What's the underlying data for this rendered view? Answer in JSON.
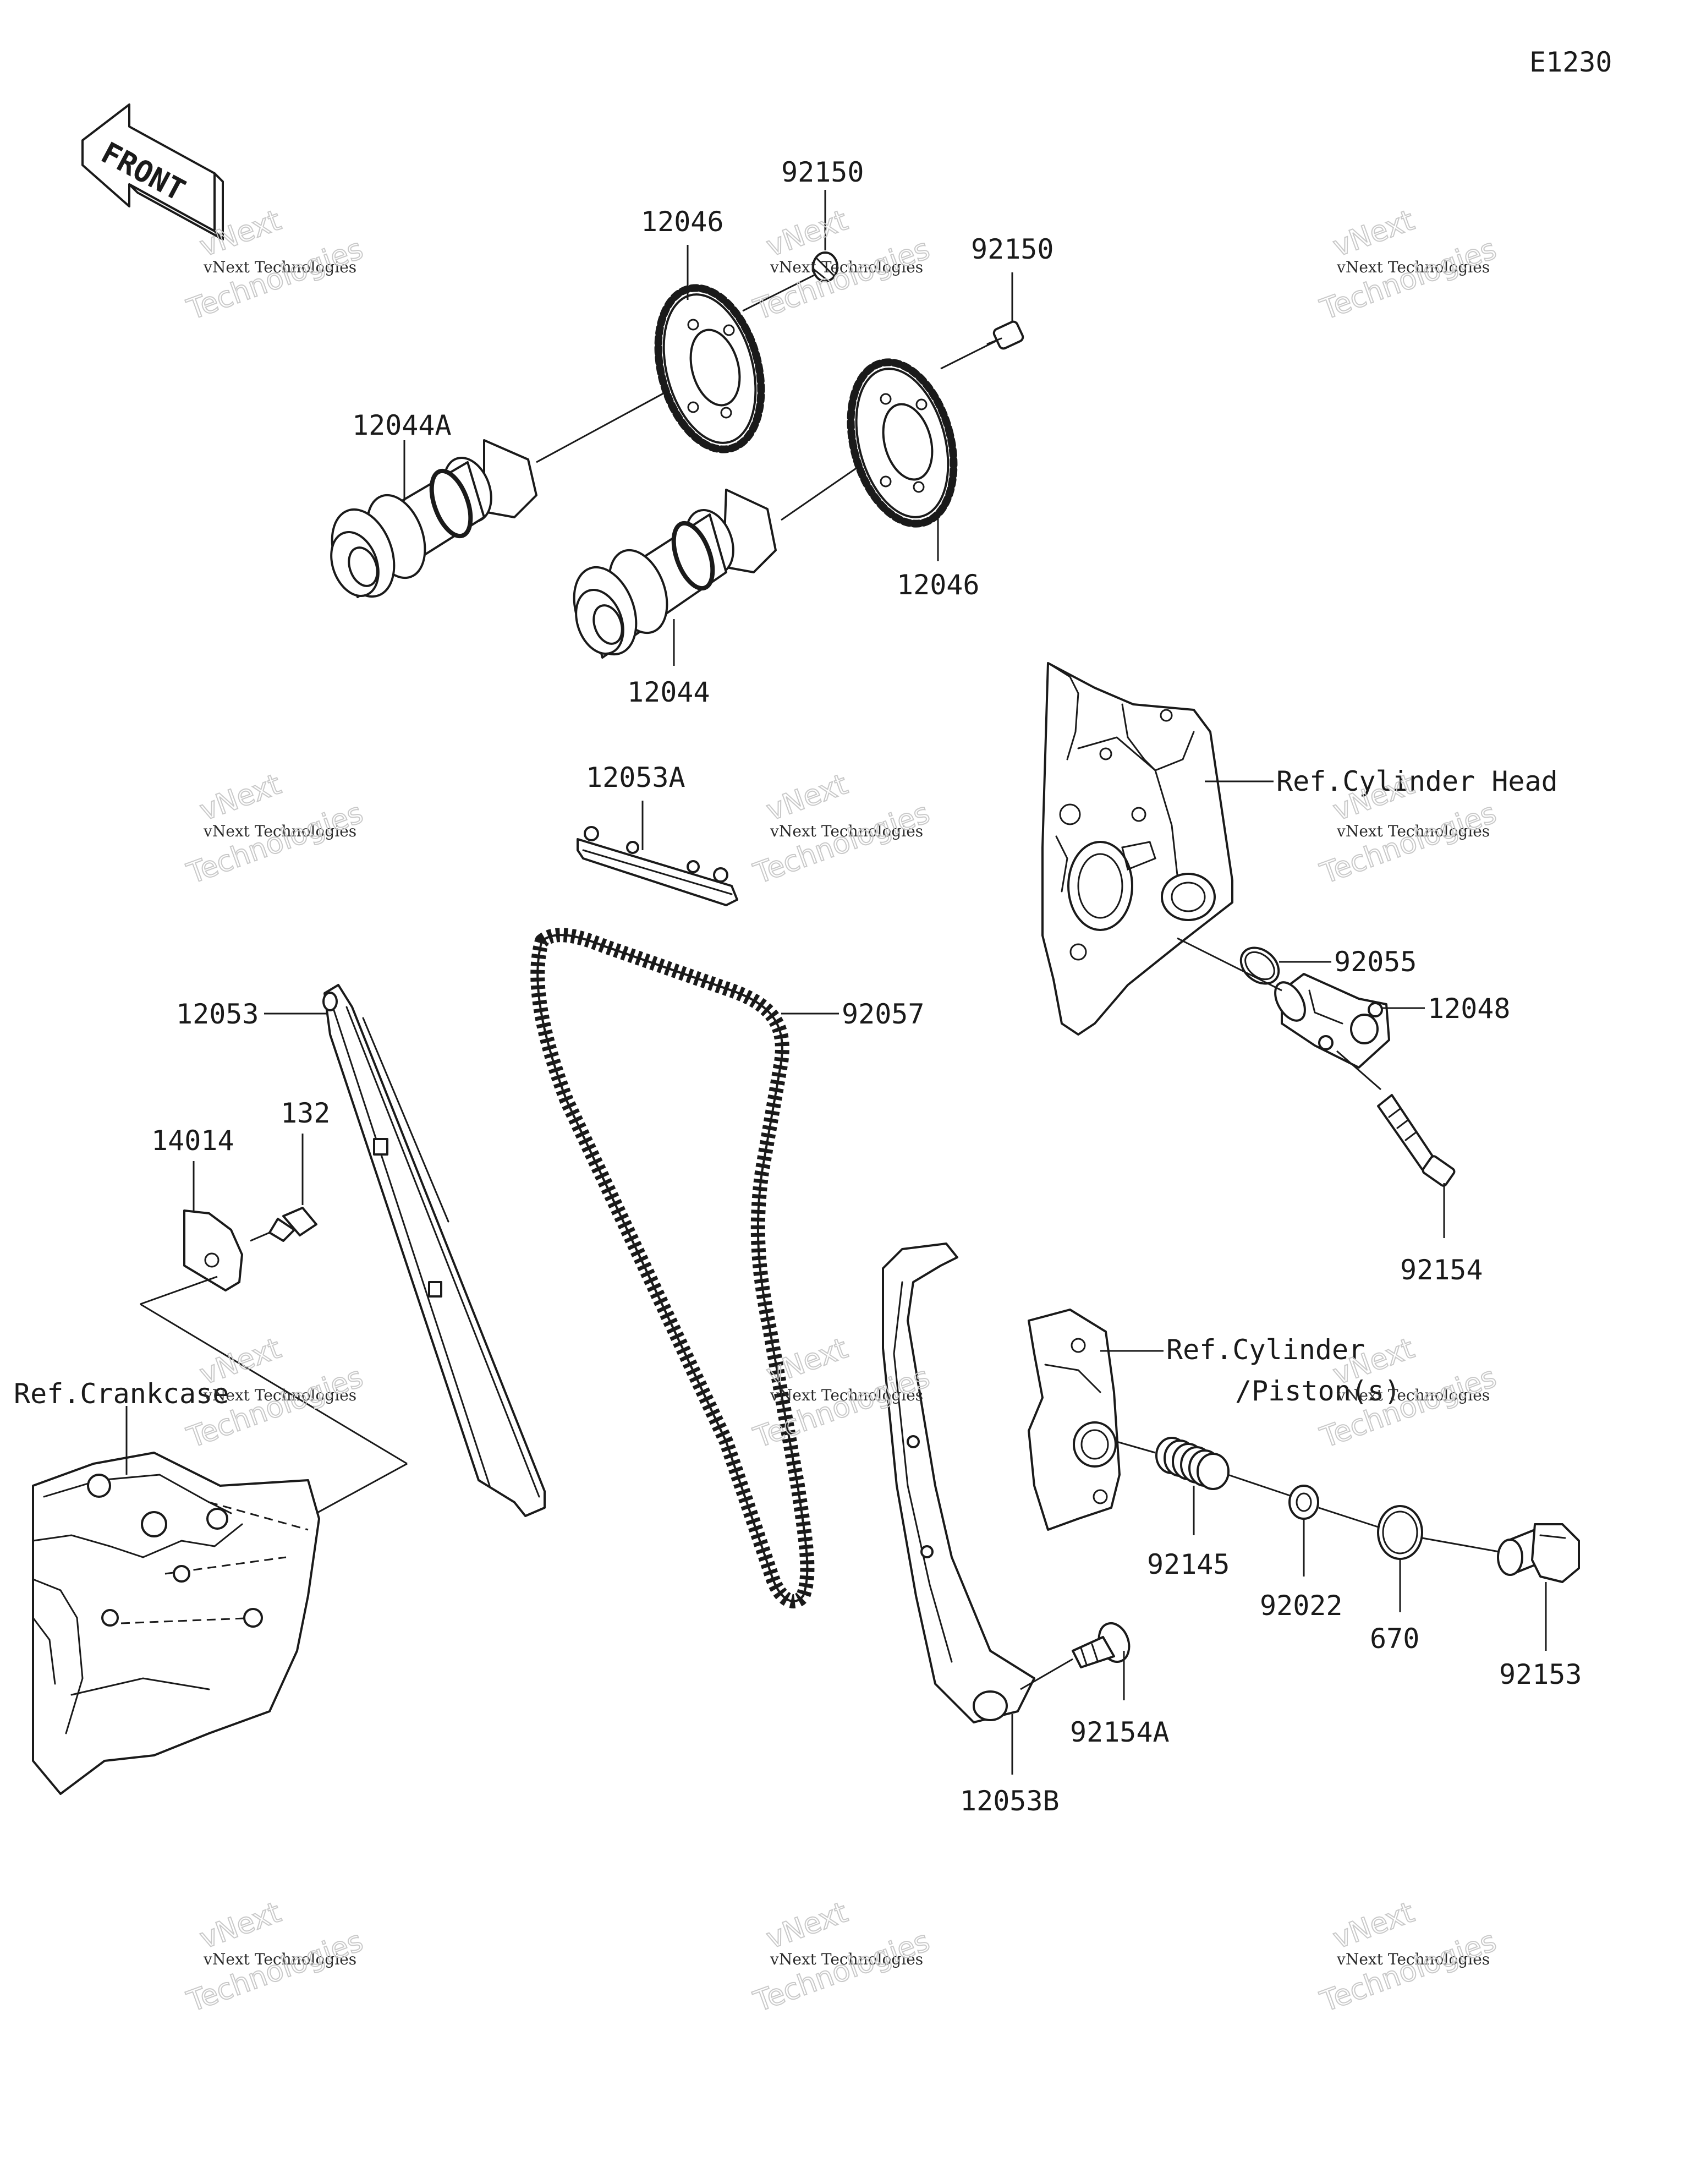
{
  "diagram_code": "E1230",
  "front_arrow_label": "FRONT",
  "part_numbers": {
    "bolt_92150_left": "92150",
    "bolt_92150_right": "92150",
    "sprocket_12046_left": "12046",
    "sprocket_12046_right": "12046",
    "camshaft_12044a": "12044A",
    "camshaft_12044": "12044",
    "guide_12053a": "12053A",
    "guide_12053": "12053",
    "chain_92057": "92057",
    "gasket_92055": "92055",
    "tensioner_12048": "12048",
    "bolt_92154": "92154",
    "plate_14014": "14014",
    "bolt_132": "132",
    "spring_92145": "92145",
    "washer_92022": "92022",
    "oring_670": "670",
    "plug_92153": "92153",
    "bolt_92154a": "92154A",
    "guide_12053b": "12053B"
  },
  "references": {
    "cylinder_head": "Ref.Cylinder Head",
    "cylinder_piston_line1": "Ref.Cylinder",
    "cylinder_piston_line2": "/Piston(s)",
    "crankcase": "Ref.Crankcase"
  },
  "watermark": {
    "line1": "vNext",
    "line2": "vNext Technologies",
    "line3": "Technologies"
  }
}
